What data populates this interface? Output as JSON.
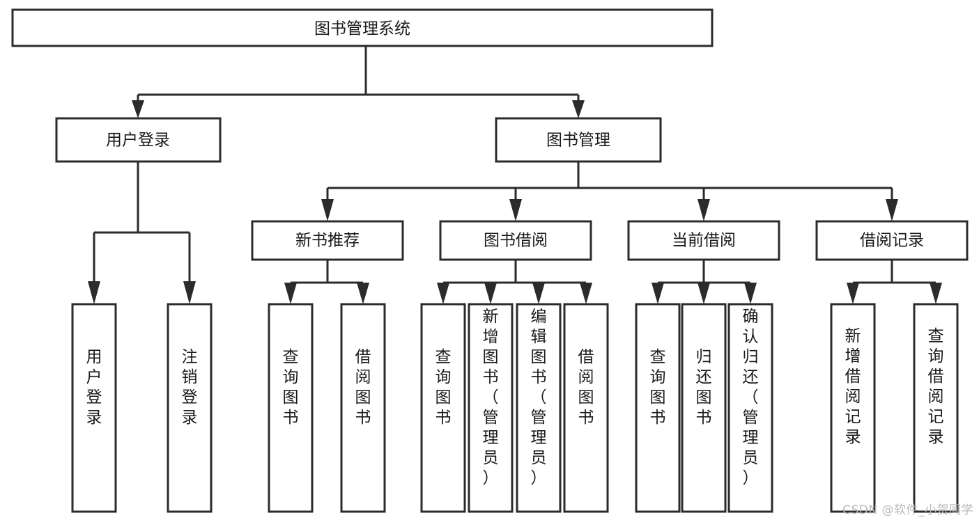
{
  "diagram": {
    "type": "tree-hierarchy",
    "title": "图书管理系统",
    "orientation": "top-down",
    "watermark": "CSDN @软件_小贺同学",
    "colors": {
      "stroke": "#2b2b2b",
      "fill": "#ffffff",
      "text": "#1a1a1a",
      "watermark": "#b9b9b9",
      "background": "#ffffff"
    },
    "nodes": {
      "root": {
        "label": "图书管理系统",
        "level": 1,
        "orientation": "horizontal"
      },
      "level2": [
        {
          "id": "user-login",
          "label": "用户登录",
          "level": 2,
          "orientation": "horizontal"
        },
        {
          "id": "book-manage",
          "label": "图书管理",
          "level": 2,
          "orientation": "horizontal"
        }
      ],
      "level3": [
        {
          "id": "new-book-recommend",
          "label": "新书推荐",
          "level": 3,
          "orientation": "horizontal",
          "parent": "book-manage"
        },
        {
          "id": "book-borrow",
          "label": "图书借阅",
          "level": 3,
          "orientation": "horizontal",
          "parent": "book-manage"
        },
        {
          "id": "current-borrow",
          "label": "当前借阅",
          "level": 3,
          "orientation": "horizontal",
          "parent": "book-manage"
        },
        {
          "id": "borrow-record",
          "label": "借阅记录",
          "level": 3,
          "orientation": "horizontal",
          "parent": "book-manage"
        }
      ],
      "leaves": [
        {
          "id": "leaf-user-login",
          "label": "用户登录",
          "parent": "user-login",
          "orientation": "vertical"
        },
        {
          "id": "leaf-user-logout",
          "label": "注销登录",
          "parent": "user-login",
          "orientation": "vertical"
        },
        {
          "id": "leaf-query-book-1",
          "label": "查询图书",
          "parent": "new-book-recommend",
          "orientation": "vertical"
        },
        {
          "id": "leaf-borrow-book-1",
          "label": "借阅图书",
          "parent": "new-book-recommend",
          "orientation": "vertical"
        },
        {
          "id": "leaf-query-book-2",
          "label": "查询图书",
          "parent": "book-borrow",
          "orientation": "vertical"
        },
        {
          "id": "leaf-add-book",
          "label": "新增图书（管理员）",
          "parent": "book-borrow",
          "orientation": "vertical"
        },
        {
          "id": "leaf-edit-book",
          "label": "编辑图书（管理员）",
          "parent": "book-borrow",
          "orientation": "vertical"
        },
        {
          "id": "leaf-borrow-book-2",
          "label": "借阅图书",
          "parent": "book-borrow",
          "orientation": "vertical"
        },
        {
          "id": "leaf-query-book-3",
          "label": "查询图书",
          "parent": "current-borrow",
          "orientation": "vertical"
        },
        {
          "id": "leaf-return-book",
          "label": "归还图书",
          "parent": "current-borrow",
          "orientation": "vertical"
        },
        {
          "id": "leaf-confirm-return",
          "label": "确认归还（管理员）",
          "parent": "current-borrow",
          "orientation": "vertical"
        },
        {
          "id": "leaf-add-record",
          "label": "新增借阅记录",
          "parent": "borrow-record",
          "orientation": "vertical"
        },
        {
          "id": "leaf-query-record",
          "label": "查询借阅记录",
          "parent": "borrow-record",
          "orientation": "vertical"
        }
      ]
    }
  }
}
